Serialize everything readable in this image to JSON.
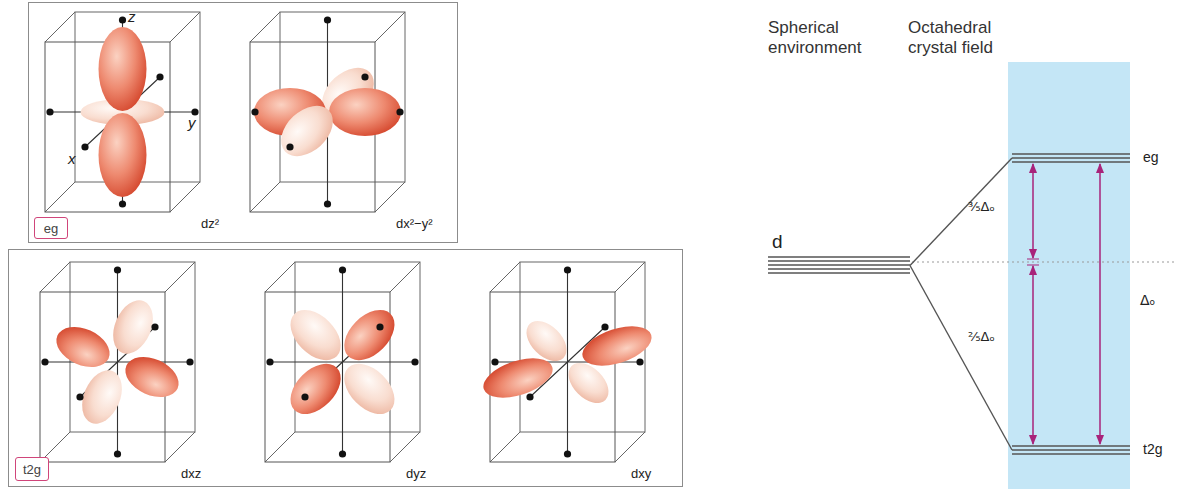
{
  "diagram": {
    "nodes": [
      {
        "text": [
          "dz²",
          "dx²−y²"
        ]
      },
      {
        "text": [
          "eg"
        ],
        "in": 0
      },
      {
        "text": [
          "dxz",
          "dyz",
          "dxy"
        ]
      },
      {
        "text": [
          "t2g"
        ],
        "in": 2
      },
      {
        "text": [
          "d"
        ]
      },
      {
        "text": [
          "eg"
        ]
      },
      {
        "text": [
          "t2g"
        ]
      }
    ],
    "edges": [
      {
        "from": 4,
        "to": 5,
        "arrow": "none"
      },
      {
        "from": 4,
        "to": 6,
        "arrow": "none"
      }
    ],
    "labels": [
      "z",
      "x",
      "y",
      "Spherical environment",
      "Octahedral crystal field",
      "⅗Δₒ",
      "⅖Δₒ",
      "Δₒ"
    ]
  }
}
